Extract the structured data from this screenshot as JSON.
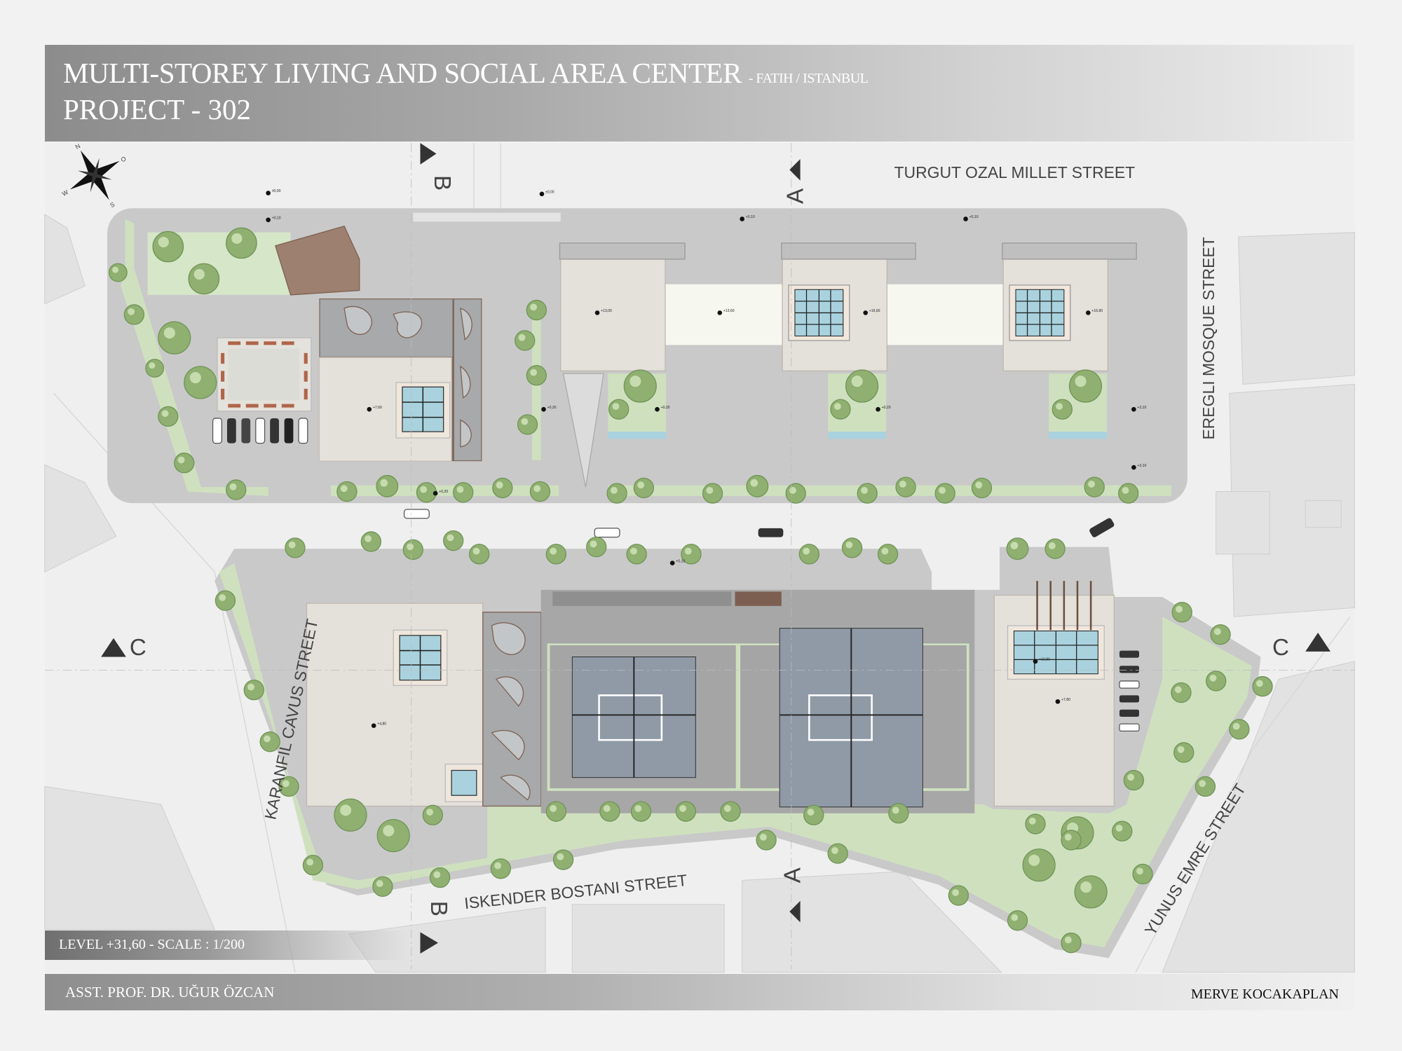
{
  "header": {
    "title": "MULTI-STOREY LIVING AND SOCIAL AREA CENTER",
    "location": "- FATIH / ISTANBUL",
    "project": "PROJECT - 302"
  },
  "level_label": "LEVEL +31,60 - SCALE : 1/200",
  "footer": {
    "advisor": "ASST. PROF. DR. UĞUR ÖZCAN",
    "author": "MERVE KOCAKAPLAN"
  },
  "compass": {
    "n": "N",
    "e": "O",
    "s": "S",
    "w": "W"
  },
  "streets": {
    "north": "TURGUT OZAL MILLET STREET",
    "east": "EREGLI MOSQUE STREET",
    "west": "KARANFIL CAVUS STREET",
    "south": "ISKENDER BOSTANI STREET",
    "southeast": "YUNUS EMRE STREET"
  },
  "section_markers": {
    "a": "A",
    "b": "B",
    "c": "C"
  },
  "elevations": [
    "+13,00",
    "+13,60",
    "+16,60",
    "+16,60",
    "±0,00",
    "+0,10",
    "+7,60",
    "+0,20",
    "+0,20",
    "+0,20",
    "+3,10",
    "+3,10",
    "+4,80",
    "+7,80",
    "+10,80",
    "±0,00",
    "+0,10",
    "+0,10",
    "+0,20",
    "+0,10"
  ],
  "colors": {
    "road": "#c9c9c9",
    "green": "#cfe0bf",
    "building": "#e4e0da",
    "pool": "#a9d2de",
    "roof_dark": "#8f9aa6"
  }
}
